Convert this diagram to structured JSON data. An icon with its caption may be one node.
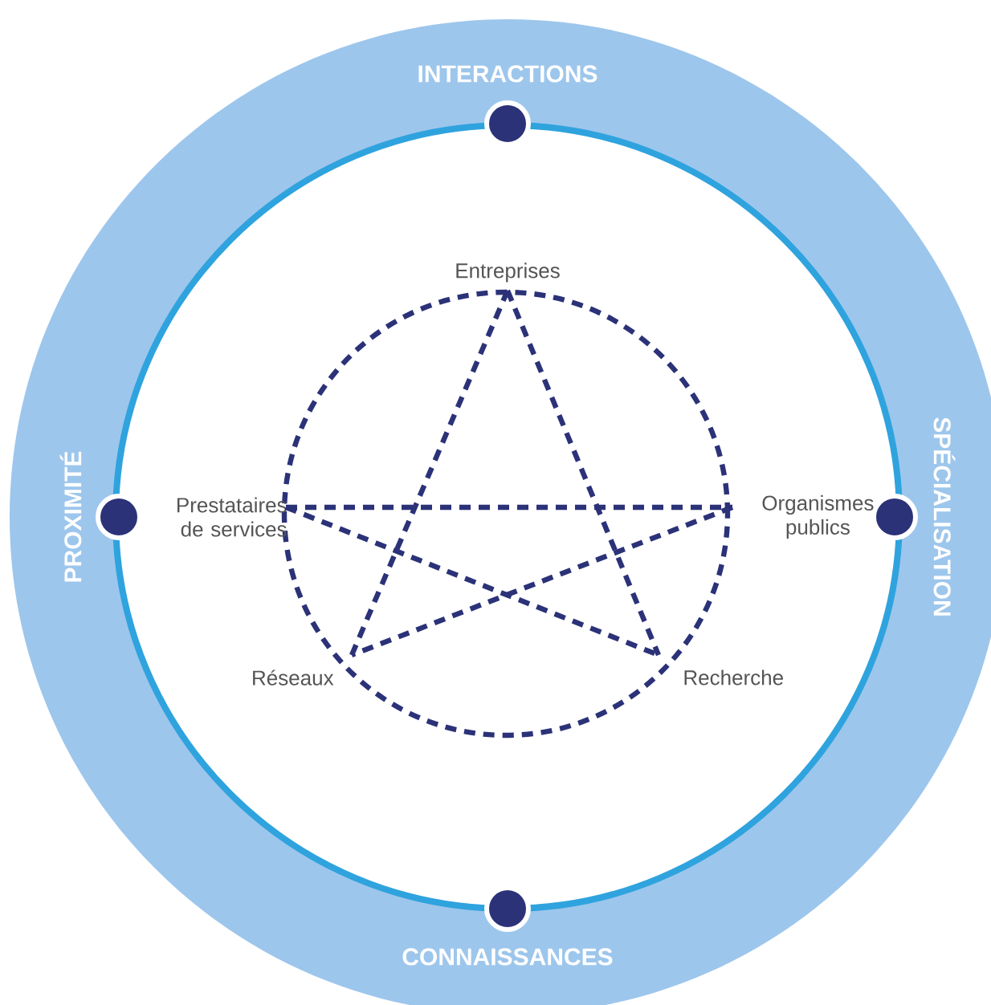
{
  "diagram": {
    "nodes": [
      {
        "text": [
          "Entreprises"
        ]
      },
      {
        "text": [
          "Organismes publics"
        ]
      },
      {
        "text": [
          "Recherche"
        ]
      },
      {
        "text": [
          "Réseaux"
        ]
      },
      {
        "text": [
          "Prestataires de services"
        ]
      }
    ],
    "edges": [
      {
        "from": 0,
        "to": 3,
        "arrow": "none",
        "style": "dashed"
      },
      {
        "from": 0,
        "to": 2,
        "arrow": "none",
        "style": "dashed"
      },
      {
        "from": 4,
        "to": 1,
        "arrow": "none",
        "style": "dashed"
      },
      {
        "from": 4,
        "to": 2,
        "arrow": "none",
        "style": "dashed"
      },
      {
        "from": 1,
        "to": 3,
        "arrow": "none",
        "style": "dashed"
      }
    ],
    "labels": [
      "INTERACTIONS",
      "PROXIMITÉ",
      "SPÉCIALISATION",
      "CONNAISSANCES"
    ]
  }
}
